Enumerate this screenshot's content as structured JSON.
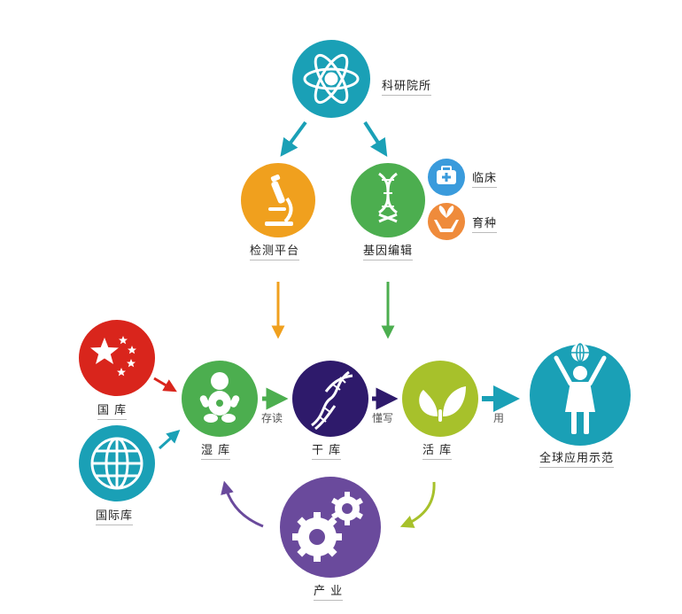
{
  "nodes": {
    "research": {
      "label": "科研院所",
      "color": "#1aa0b6",
      "icon": "atom-icon"
    },
    "testing": {
      "label": "检测平台",
      "color": "#f0a01e",
      "icon": "microscope-icon"
    },
    "gene_editing": {
      "label": "基因编辑",
      "color": "#4cae4f",
      "icon": "dna-icon"
    },
    "clinical": {
      "label": "临床",
      "color": "#3a9bdc",
      "icon": "medical-kit-icon"
    },
    "breeding": {
      "label": "育种",
      "color": "#ef8b3b",
      "icon": "sprout-hands-icon"
    },
    "national": {
      "label": "国 库",
      "color": "#d9251c",
      "icon": "china-flag-icon"
    },
    "international": {
      "label": "国际库",
      "color": "#1aa0b6",
      "icon": "globe-icon"
    },
    "wet": {
      "label": "湿 库",
      "color": "#4cae4f",
      "icon": "baby-icon"
    },
    "dry": {
      "label": "干 库",
      "color": "#2e1a6b",
      "icon": "dna-icon"
    },
    "live": {
      "label": "活 库",
      "color": "#a7c12b",
      "icon": "leaves-icon"
    },
    "global": {
      "label": "全球应用示范",
      "color": "#1aa0b6",
      "icon": "person-globe-icon"
    },
    "industry": {
      "label": "产 业",
      "color": "#6a4a9c",
      "icon": "gears-icon"
    }
  },
  "edges": {
    "store_read": "存读",
    "understand_write": "懂写",
    "use": "用"
  }
}
